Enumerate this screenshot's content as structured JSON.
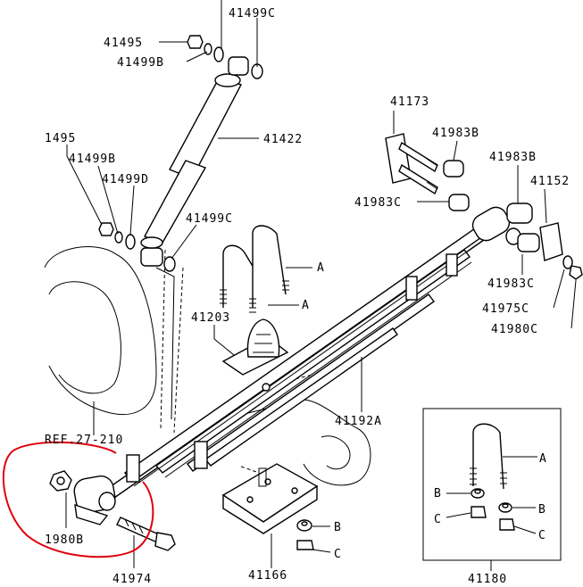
{
  "callouts": {
    "c41499C_top": "41499C",
    "c41495_top": "41495",
    "c41499B_top": "41499B",
    "c41422": "41422",
    "c1495_left": "1495",
    "c41499B_left": "41499B",
    "c41499D": "41499D",
    "c41499C_mid": "41499C",
    "c41173": "41173",
    "c41983B_a": "41983B",
    "c41983B_b": "41983B",
    "c41152": "41152",
    "c41983C_a": "41983C",
    "c41983C_b": "41983C",
    "c41975C": "41975C",
    "c41980C": "41980C",
    "c41203": "41203",
    "cA_1": "A",
    "cA_2": "A",
    "c41192A": "41192A",
    "cRef": "REF.27-210",
    "c1980B": "1980B",
    "c41974": "41974",
    "c41166": "41166",
    "cB_main": "B",
    "cC_main": "C"
  },
  "inset": {
    "cA": "A",
    "cB_left": "B",
    "cB_right": "B",
    "cC_left": "C",
    "cC_right": "C",
    "caption": "41180"
  },
  "colors": {
    "line": "#000000",
    "highlight": "#e0000c",
    "background": "#ffffff"
  }
}
